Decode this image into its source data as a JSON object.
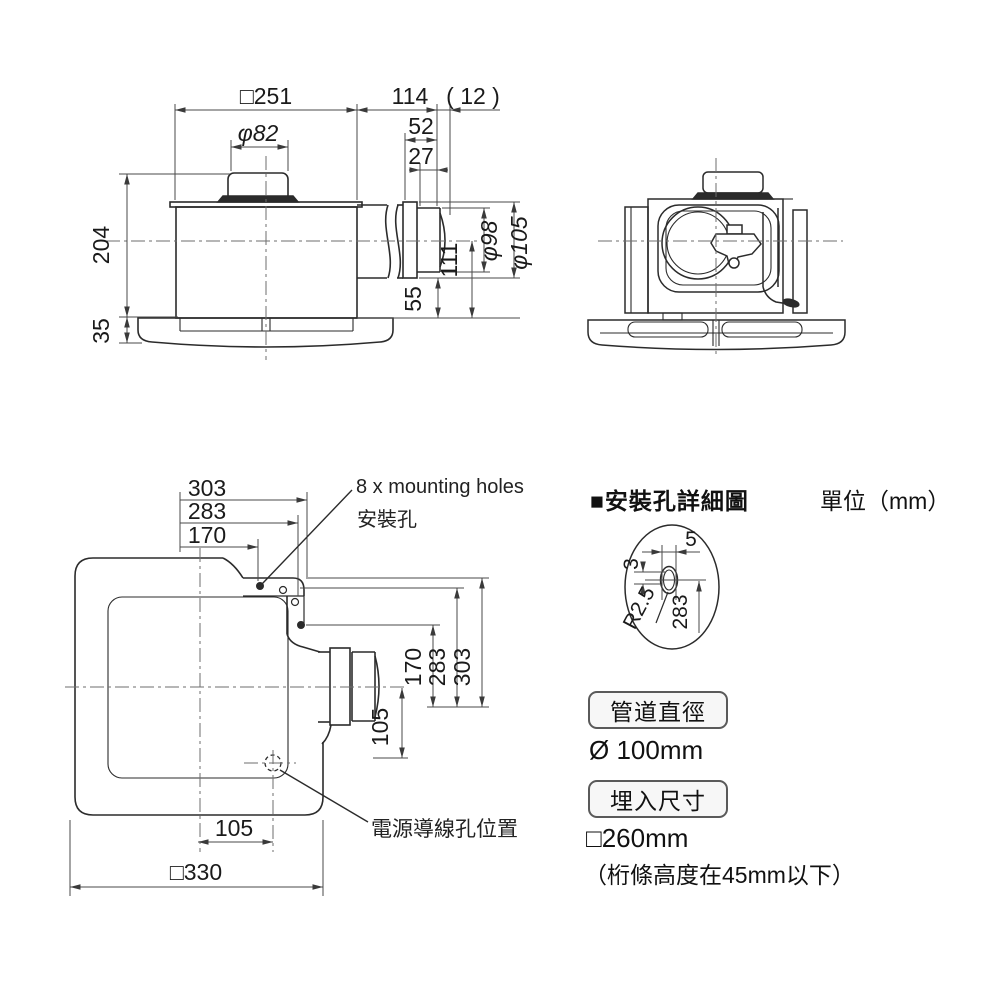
{
  "unit": "mm",
  "side_view": {
    "dim_w251": "□251",
    "dim_114": "114",
    "dim_12": "( 12 )",
    "dim_phi82": "φ82",
    "dim_52": "52",
    "dim_27": "27",
    "dim_204": "204",
    "dim_35": "35",
    "dim_55": "55",
    "dim_111": "111",
    "dim_phi98": "φ98",
    "dim_phi105": "φ105"
  },
  "top_view": {
    "dim_303_top": "303",
    "dim_283_top": "283",
    "dim_170_top": "170",
    "dim_170_right": "170",
    "dim_283_right": "283",
    "dim_303_right": "303",
    "dim_105_vert": "105",
    "dim_105_bottom": "105",
    "dim_330": "□330",
    "mounting_label_en": "8 x mounting holes",
    "mounting_label_zh": "安裝孔",
    "power_label": "電源導線孔位置"
  },
  "detail_view": {
    "title": "■安裝孔詳細圖",
    "unit_label": "單位（mm）",
    "dim_5": "5",
    "dim_3": "3",
    "dim_r25": "R2.5",
    "dim_283": "283"
  },
  "specs": {
    "duct_title": "管道直徑",
    "duct_value": "Ø 100mm",
    "embed_title": "埋入尺寸",
    "embed_value": "□260mm",
    "embed_note": "（桁條高度在45mm以下）"
  }
}
